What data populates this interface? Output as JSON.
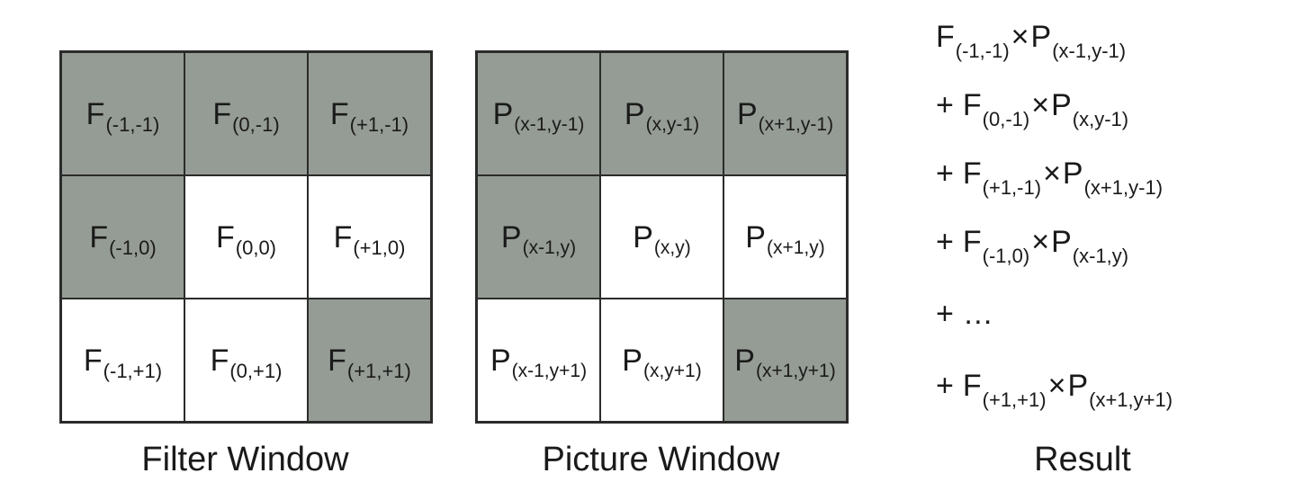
{
  "filter_window": {
    "caption": "Filter Window",
    "cells": [
      {
        "main": "F",
        "sub": "(-1,-1)",
        "shaded": true
      },
      {
        "main": "F",
        "sub": "(0,-1)",
        "shaded": true
      },
      {
        "main": "F",
        "sub": "(+1,-1)",
        "shaded": true
      },
      {
        "main": "F",
        "sub": "(-1,0)",
        "shaded": true
      },
      {
        "main": "F",
        "sub": "(0,0)",
        "shaded": false
      },
      {
        "main": "F",
        "sub": "(+1,0)",
        "shaded": false
      },
      {
        "main": "F",
        "sub": "(-1,+1)",
        "shaded": false
      },
      {
        "main": "F",
        "sub": "(0,+1)",
        "shaded": false
      },
      {
        "main": "F",
        "sub": "(+1,+1)",
        "shaded": true
      }
    ]
  },
  "picture_window": {
    "caption": "Picture Window",
    "cells": [
      {
        "main": "P",
        "sub": "(x-1,y-1)",
        "shaded": true
      },
      {
        "main": "P",
        "sub": "(x,y-1)",
        "shaded": true
      },
      {
        "main": "P",
        "sub": "(x+1,y-1)",
        "shaded": true
      },
      {
        "main": "P",
        "sub": "(x-1,y)",
        "shaded": true
      },
      {
        "main": "P",
        "sub": "(x,y)",
        "shaded": false
      },
      {
        "main": "P",
        "sub": "(x+1,y)",
        "shaded": false
      },
      {
        "main": "P",
        "sub": "(x-1,y+1)",
        "shaded": false
      },
      {
        "main": "P",
        "sub": "(x,y+1)",
        "shaded": false
      },
      {
        "main": "P",
        "sub": "(x+1,y+1)",
        "shaded": true
      }
    ]
  },
  "result": {
    "caption": "Result",
    "lines": [
      {
        "prefix": "",
        "f_sub": "(-1,-1)",
        "p_sub": "(x-1,y-1)"
      },
      {
        "prefix": "+",
        "f_sub": "(0,-1)",
        "p_sub": "(x,y-1)"
      },
      {
        "prefix": "+",
        "f_sub": "(+1,-1)",
        "p_sub": "(x+1,y-1)"
      },
      {
        "prefix": "+",
        "f_sub": "(-1,0)",
        "p_sub": "(x-1,y)"
      },
      {
        "prefix": "+",
        "ellipsis": "…"
      },
      {
        "prefix": "+",
        "f_sub": "(+1,+1)",
        "p_sub": "(x+1,y+1)"
      }
    ],
    "f_symbol": "F",
    "p_symbol": "P",
    "times_symbol": "×"
  },
  "colors": {
    "shaded": "#959c95",
    "border": "#2b2b2b"
  }
}
